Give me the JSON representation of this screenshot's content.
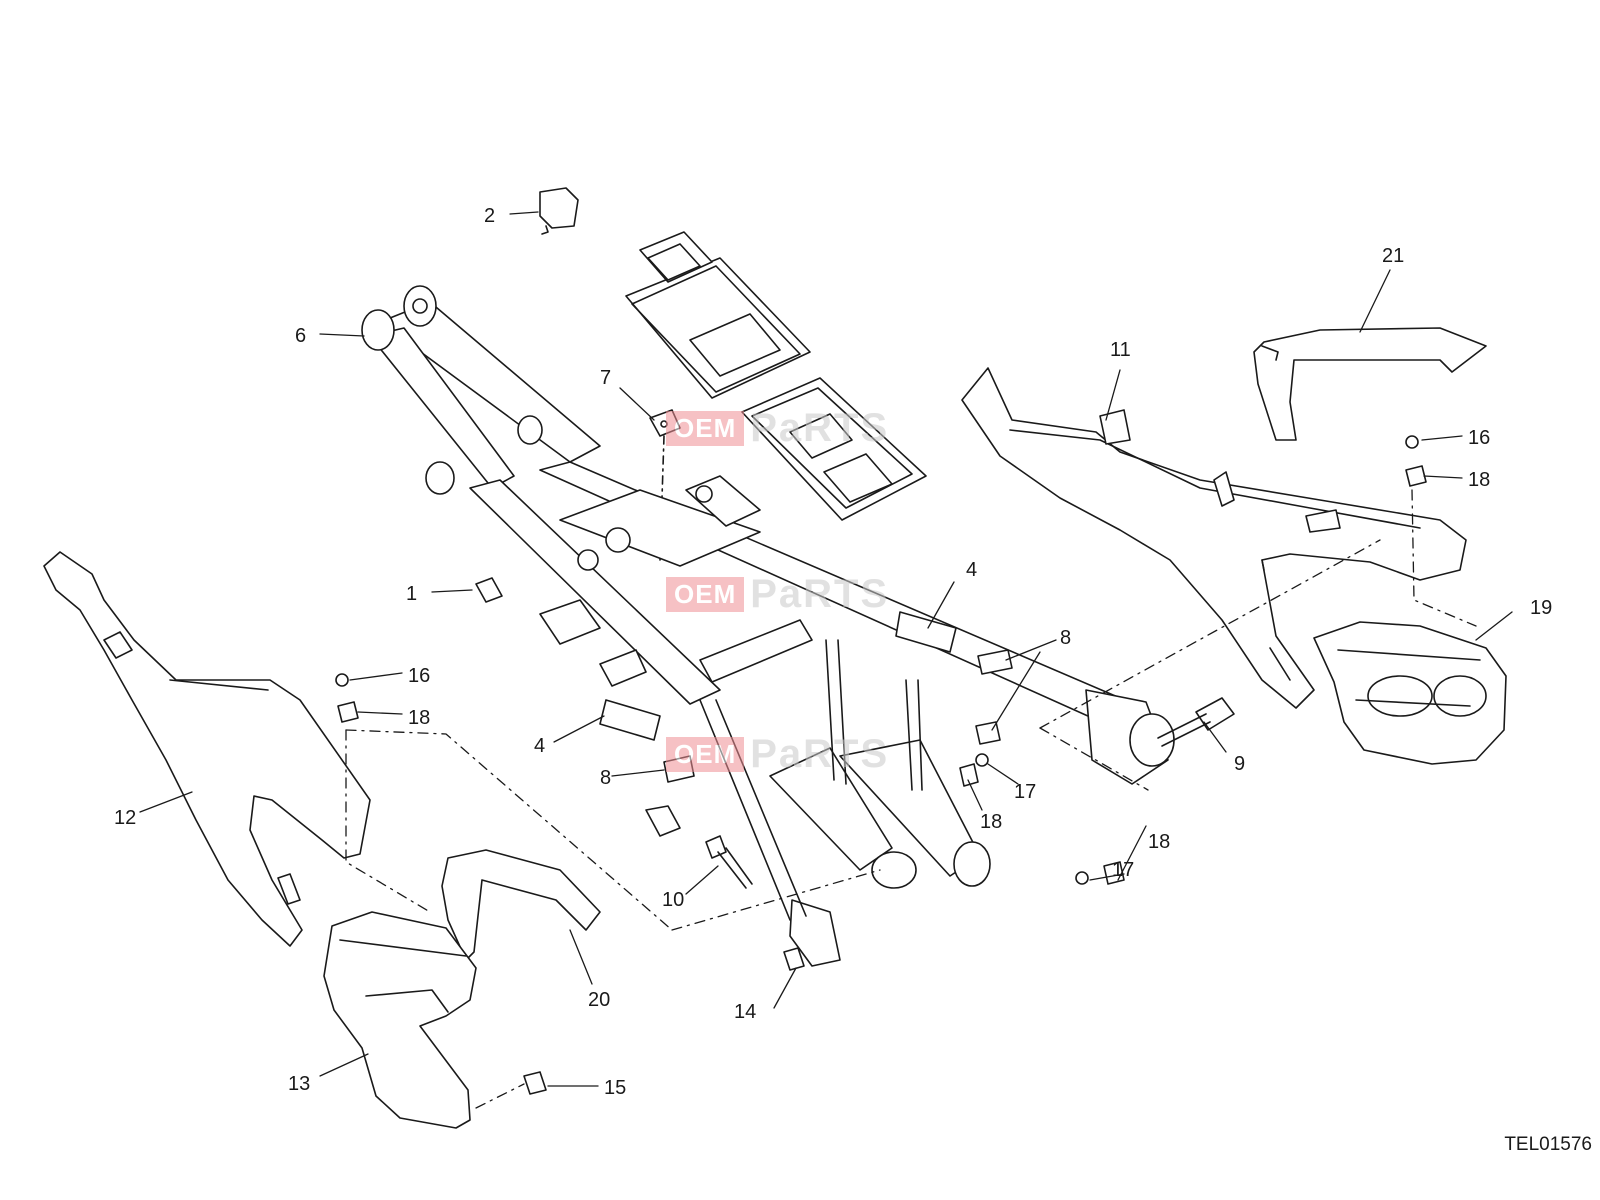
{
  "diagram": {
    "reference_code": "TEL01576",
    "watermark": {
      "brand_a": "OEM",
      "brand_b": "PaRTS"
    },
    "callouts": [
      "1",
      "2",
      "4",
      "4",
      "6",
      "7",
      "8",
      "8",
      "9",
      "10",
      "11",
      "12",
      "13",
      "14",
      "15",
      "16",
      "16",
      "17",
      "17",
      "18",
      "18",
      "18",
      "18",
      "19",
      "20",
      "21"
    ],
    "colors": {
      "line": "#1a1a1a",
      "watermark_red": "#ef8f95",
      "watermark_grey": "#c9c9c9"
    }
  }
}
